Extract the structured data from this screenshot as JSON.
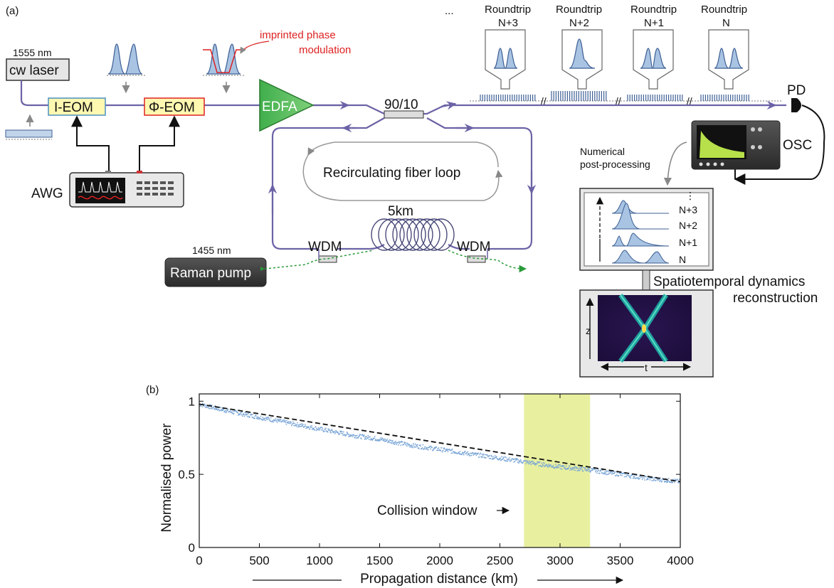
{
  "panel_a": {
    "label": "(a)",
    "laser_wavelength": "1555 nm",
    "laser": "cw laser",
    "i_eom": "I-EOM",
    "phi_eom": "Φ-EOM",
    "edfa": "EDFA",
    "coupler": "90/10",
    "awg": "AWG",
    "phase_note_line1": "imprinted phase",
    "phase_note_line2": "modulation",
    "loop_label": "Recirculating fiber loop",
    "spool_length": "5km",
    "wdm_left": "WDM",
    "wdm_right": "WDM",
    "pump_wavelength": "1455 nm",
    "pump": "Raman pump",
    "ellipsis": "...",
    "roundtrip_word": "Roundtrip",
    "roundtrips": [
      "N+3",
      "N+2",
      "N+1",
      "N"
    ],
    "pd": "PD",
    "osc": "OSC",
    "postproc_line1": "Numerical",
    "postproc_line2": "post-processing",
    "stack_labels": [
      "N+3",
      "N+2",
      "N+1",
      "N"
    ],
    "stack_dots": "⋮",
    "recon_line1": "Spatiotemporal dynamics",
    "recon_line2": "reconstruction",
    "z_label": "z",
    "t_label": "t"
  },
  "panel_b": {
    "label": "(b)",
    "collision_text": "Collision window",
    "highlight_color": "#e8f0a0",
    "points_color": "#7aa6d6"
  },
  "chart_data": {
    "type": "scatter",
    "xlabel": "Propagation distance (km)",
    "ylabel": "Normalised power",
    "xlim": [
      0,
      4000
    ],
    "ylim": [
      0,
      1.05
    ],
    "x_ticks": [
      0,
      500,
      1000,
      1500,
      2000,
      2500,
      3000,
      3500,
      4000
    ],
    "y_ticks": [
      0,
      0.5,
      1
    ],
    "y_tick_labels": [
      "0",
      "0.5",
      "1"
    ],
    "collision_window": [
      2700,
      3250
    ],
    "fit_line": {
      "x": [
        0,
        4000
      ],
      "y": [
        0.98,
        0.45
      ]
    },
    "series": [
      {
        "x": [
          0,
          250,
          500,
          750,
          1000,
          1250,
          1500,
          1750,
          2000,
          2250,
          2500,
          2750,
          3000,
          3250,
          3500,
          3750,
          4000
        ],
        "y": [
          0.98,
          0.93,
          0.89,
          0.85,
          0.81,
          0.77,
          0.74,
          0.7,
          0.67,
          0.64,
          0.61,
          0.58,
          0.55,
          0.53,
          0.5,
          0.47,
          0.45
        ]
      }
    ]
  }
}
